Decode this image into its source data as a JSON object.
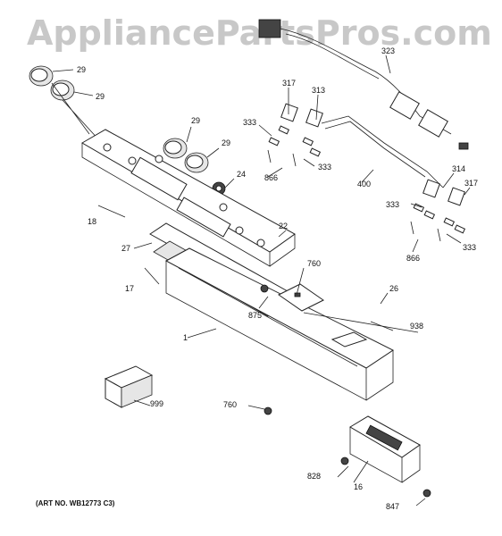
{
  "watermark": "AppliancePartsPros.com",
  "art_number": "(ART NO. WB12773 C3)",
  "callouts": {
    "c29a": "29",
    "c29b": "29",
    "c29c": "29",
    "c29d": "29",
    "c24": "24",
    "c18": "18",
    "c22": "22",
    "c27": "27",
    "c17": "17",
    "c760a": "760",
    "c875": "875",
    "c26": "26",
    "c1": "1",
    "c938": "938",
    "c999": "999",
    "c760b": "760",
    "c828": "828",
    "c16": "16",
    "c847": "847",
    "c323": "323",
    "c317a": "317",
    "c313": "313",
    "c333a": "333",
    "c333b": "333",
    "c866a": "866",
    "c400": "400",
    "c314": "314",
    "c317b": "317",
    "c333c": "333",
    "c333d": "333",
    "c866b": "866"
  }
}
